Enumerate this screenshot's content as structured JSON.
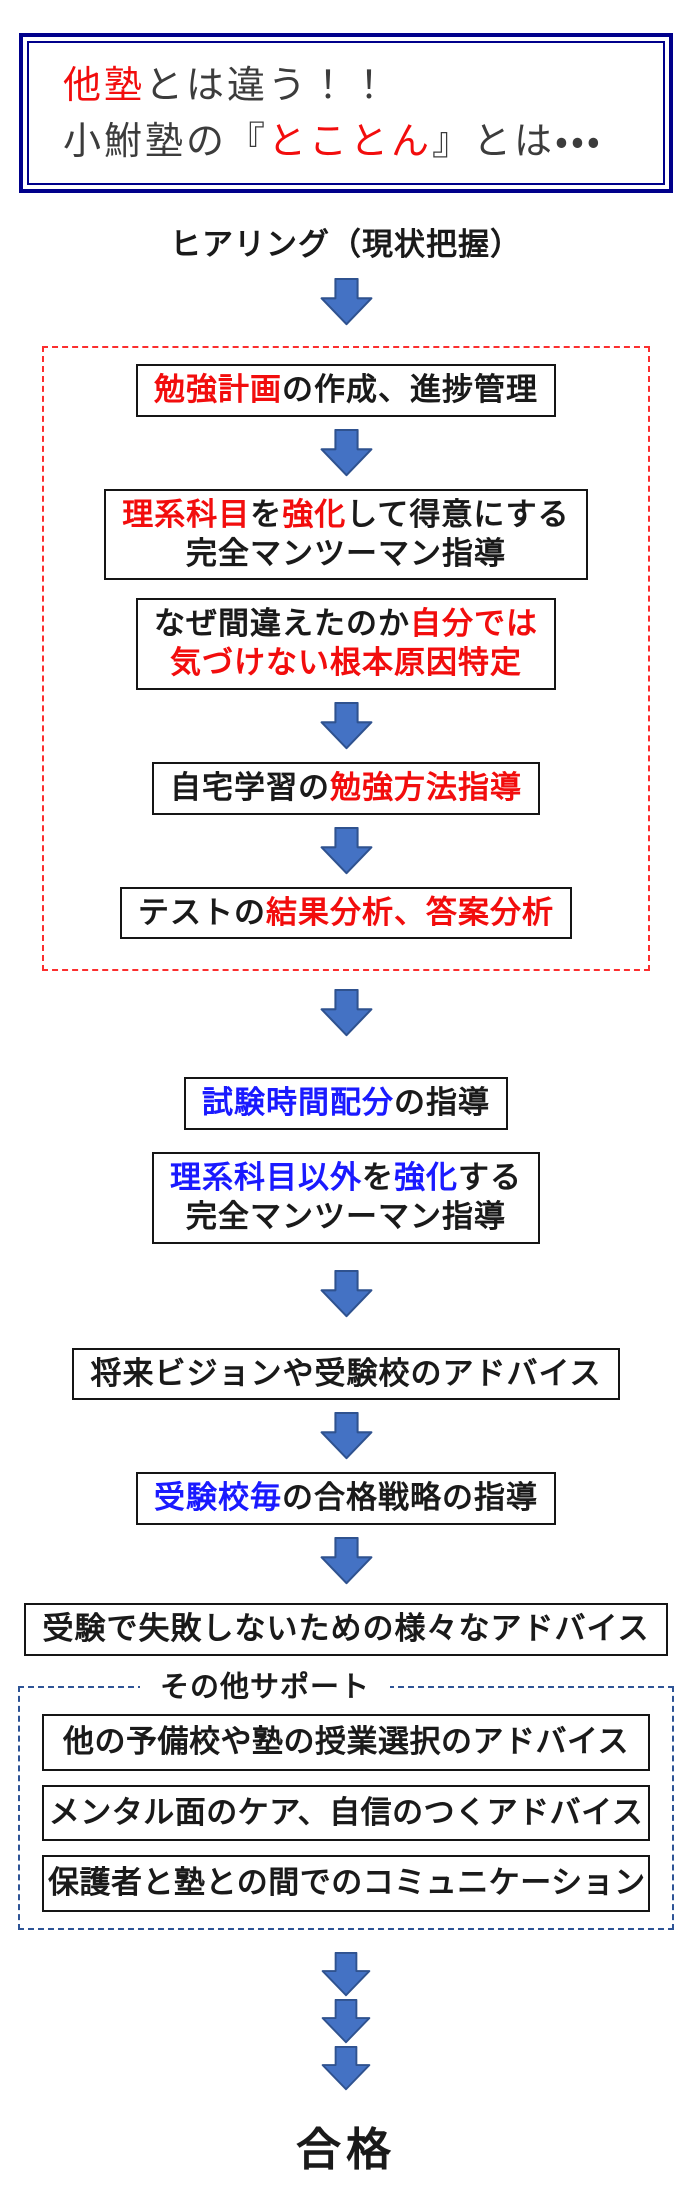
{
  "colors": {
    "black": "#1a1a1a",
    "dark": "#3c3c3c",
    "red": "#f20d0d",
    "blue": "#1a1aff",
    "navy": "#00008b",
    "red_dash": "#fc2e2e",
    "blue_dash": "#2e5496",
    "arrow_fill": "#4472c4",
    "arrow_stroke": "#2f528f"
  },
  "title": {
    "line1": [
      {
        "t": "他塾",
        "c": "red"
      },
      {
        "t": "とは違う！！",
        "c": "dark"
      }
    ],
    "line2": [
      {
        "t": "小鮒塾の『",
        "c": "dark"
      },
      {
        "t": "とことん",
        "c": "red"
      },
      {
        "t": "』とは・・・",
        "c": "dark"
      }
    ]
  },
  "subtitle": "ヒアリング（現状把握）",
  "flow": {
    "plan": {
      "line1": [
        {
          "t": "勉強計画",
          "c": "red"
        },
        {
          "t": "の作成、進捗管理",
          "c": "black"
        }
      ]
    },
    "strengthen_science": {
      "line1": [
        {
          "t": "理系科目",
          "c": "red"
        },
        {
          "t": "を",
          "c": "black"
        },
        {
          "t": "強化",
          "c": "red"
        },
        {
          "t": "して得意にする",
          "c": "black"
        }
      ],
      "line2": [
        {
          "t": "完全マンツーマン指導",
          "c": "black"
        }
      ]
    },
    "root_cause": {
      "line1": [
        {
          "t": "なぜ間違えたのか",
          "c": "black"
        },
        {
          "t": "自分では",
          "c": "red"
        }
      ],
      "line2": [
        {
          "t": "気づけない根本原因特定",
          "c": "red"
        }
      ]
    },
    "home_study": {
      "line1": [
        {
          "t": "自宅学習の",
          "c": "black"
        },
        {
          "t": "勉強方法指導",
          "c": "red"
        }
      ]
    },
    "test_analysis": {
      "line1": [
        {
          "t": "テストの",
          "c": "black"
        },
        {
          "t": "結果分析、答案分析",
          "c": "red"
        }
      ]
    },
    "time_allocation": {
      "line1": [
        {
          "t": "試験時間配分",
          "c": "blue"
        },
        {
          "t": "の指導",
          "c": "black"
        }
      ]
    },
    "strengthen_non_science": {
      "line1": [
        {
          "t": "理系科目以外",
          "c": "blue"
        },
        {
          "t": "を",
          "c": "black"
        },
        {
          "t": "強化",
          "c": "blue"
        },
        {
          "t": "する",
          "c": "black"
        }
      ],
      "line2": [
        {
          "t": "完全マンツーマン指導",
          "c": "black"
        }
      ]
    },
    "future_vision": {
      "line1": [
        {
          "t": "将来ビジョンや受験校のアドバイス",
          "c": "black"
        }
      ]
    },
    "pass_strategy": {
      "line1": [
        {
          "t": "受験校毎",
          "c": "blue"
        },
        {
          "t": "の合格戦略の指導",
          "c": "black"
        }
      ]
    },
    "exam_advice": {
      "line1": [
        {
          "t": "受験で失敗しないための様々なアドバイス",
          "c": "black"
        }
      ]
    }
  },
  "support": {
    "title": "その他サポート",
    "items": [
      "他の予備校や塾の授業選択のアドバイス",
      "メンタル面のケア、自信のつくアドバイス",
      "保護者と塾との間でのコミュニケーション"
    ]
  },
  "goal": "合格"
}
